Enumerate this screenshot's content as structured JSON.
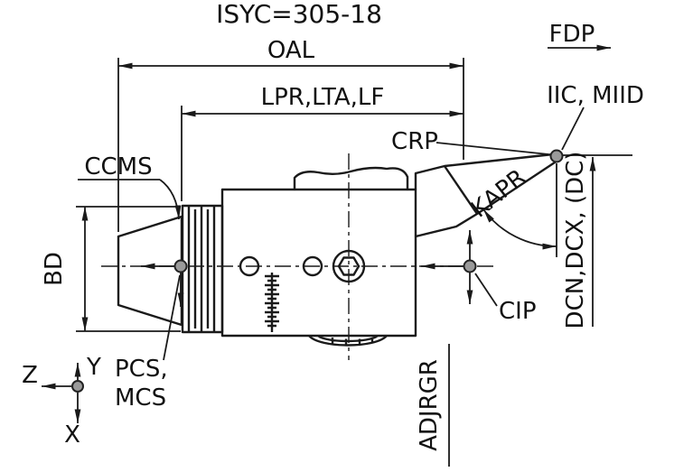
{
  "diagram": {
    "title": "ISYC=305-18",
    "labels": {
      "fdp": "FDP",
      "oal": "OAL",
      "lpr_lta_lf": "LPR,LTA,LF",
      "iic_miid": "IIC, MIID",
      "crp": "CRP",
      "ccms": "CCMS",
      "kapr": "KAPR",
      "bd": "BD",
      "dcn_dcx_dc": "DCN,DCX, (DC)",
      "cip": "CIP",
      "pcs": "PCS,",
      "mcs": "MCS",
      "adjrgr": "ADJRGR",
      "axis_z": "Z",
      "axis_y": "Y",
      "axis_x": "X"
    },
    "colors": {
      "line": "#1a1a1a",
      "text": "#111111",
      "point_fill": "#9a9a9a",
      "background": "#ffffff"
    }
  }
}
